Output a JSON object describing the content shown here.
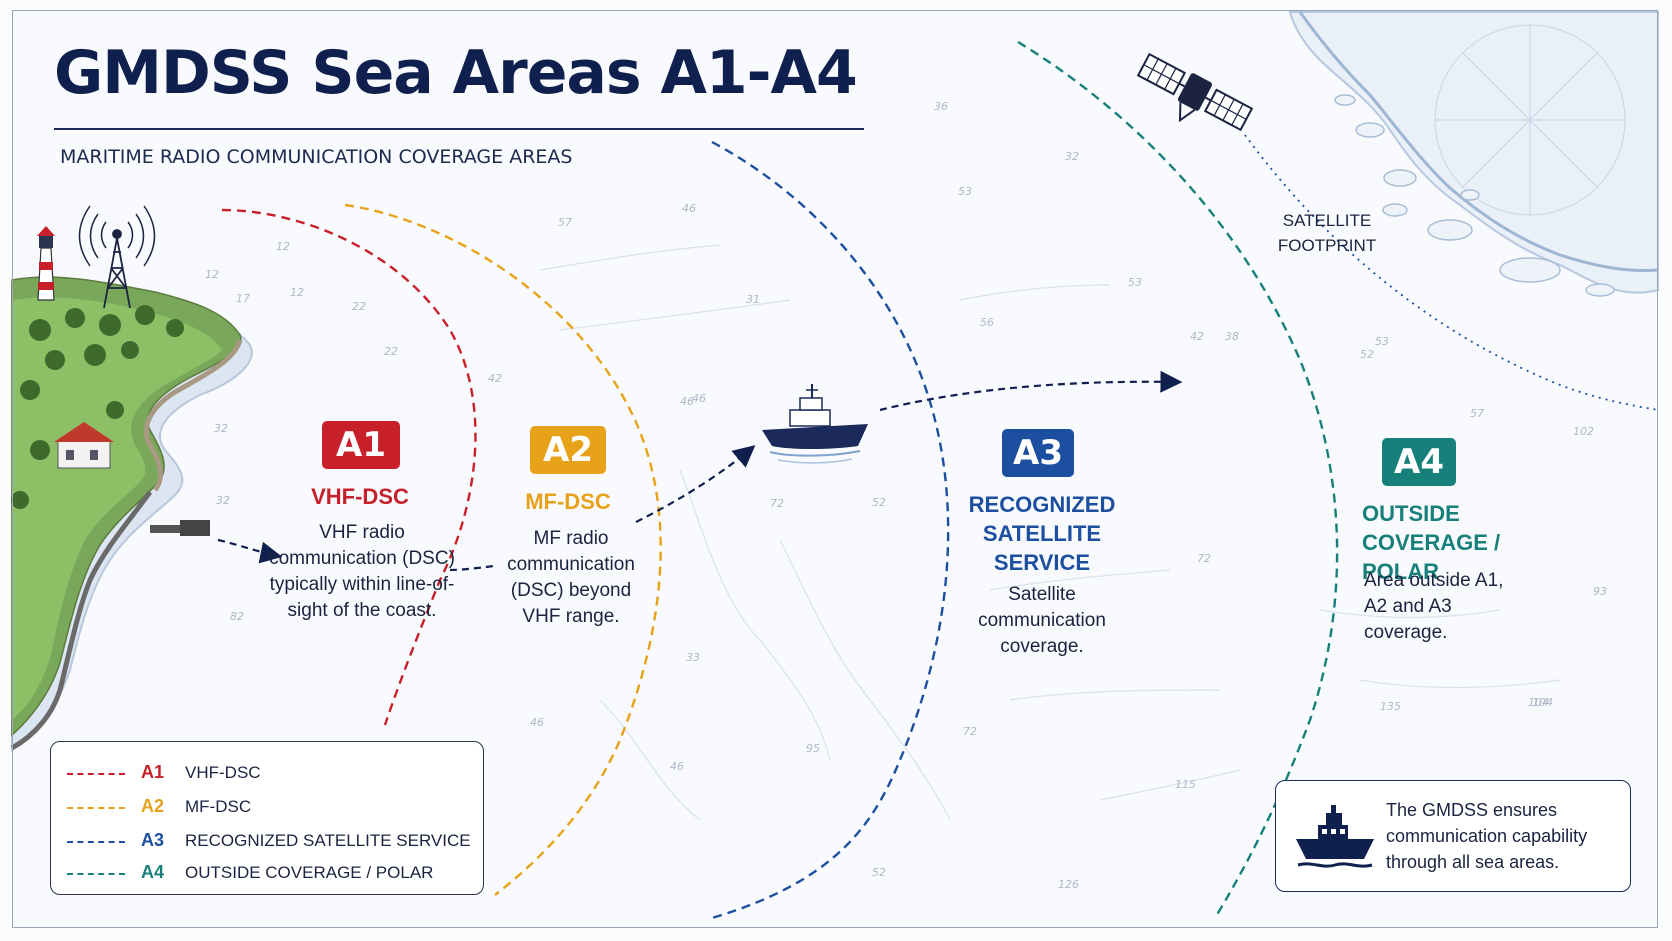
{
  "header": {
    "title": "GMDSS Sea Areas A1-A4",
    "subtitle": "MARITIME RADIO COMMUNICATION COVERAGE AREAS"
  },
  "colors": {
    "a1": "#c8202a",
    "a2": "#e8a21a",
    "a3": "#1d4fa0",
    "a4": "#17807a",
    "navy": "#0f1f4e"
  },
  "zones": [
    {
      "code": "A1",
      "name": "VHF-DSC",
      "description": "VHF radio communication (DSC) typically within line-of-sight of the coast."
    },
    {
      "code": "A2",
      "name": "MF-DSC",
      "description": "MF radio communication (DSC) beyond VHF range."
    },
    {
      "code": "A3",
      "name": "RECOGNIZED SATELLITE SERVICE",
      "description": "Satellite communication coverage."
    },
    {
      "code": "A4",
      "name": "OUTSIDE COVERAGE / POLAR",
      "description": "Area outside A1, A2 and A3 coverage."
    }
  ],
  "legend": [
    {
      "code": "A1",
      "label": "VHF-DSC"
    },
    {
      "code": "A2",
      "label": "MF-DSC"
    },
    {
      "code": "A3",
      "label": "RECOGNIZED SATELLITE SERVICE"
    },
    {
      "code": "A4",
      "label": "OUTSIDE COVERAGE / POLAR"
    }
  ],
  "satellite_footprint_label": "SATELLITE FOOTPRINT",
  "info_box": {
    "text": "The GMDSS ensures communication capability through all sea areas."
  },
  "icons": [
    "lighthouse-icon",
    "radio-tower-icon",
    "house-icon",
    "ship-icon",
    "satellite-icon",
    "polar-ice-icon"
  ],
  "depth_soundings": [
    "12",
    "12",
    "17",
    "12",
    "22",
    "22",
    "32",
    "32",
    "42",
    "57",
    "46",
    "31",
    "46",
    "46",
    "53",
    "32",
    "53",
    "56",
    "42",
    "38",
    "52",
    "72",
    "72",
    "46",
    "95",
    "72",
    "52",
    "104",
    "115",
    "126",
    "135",
    "104",
    "93",
    "102",
    "57",
    "53",
    "33",
    "46",
    "82",
    "52",
    "36"
  ]
}
